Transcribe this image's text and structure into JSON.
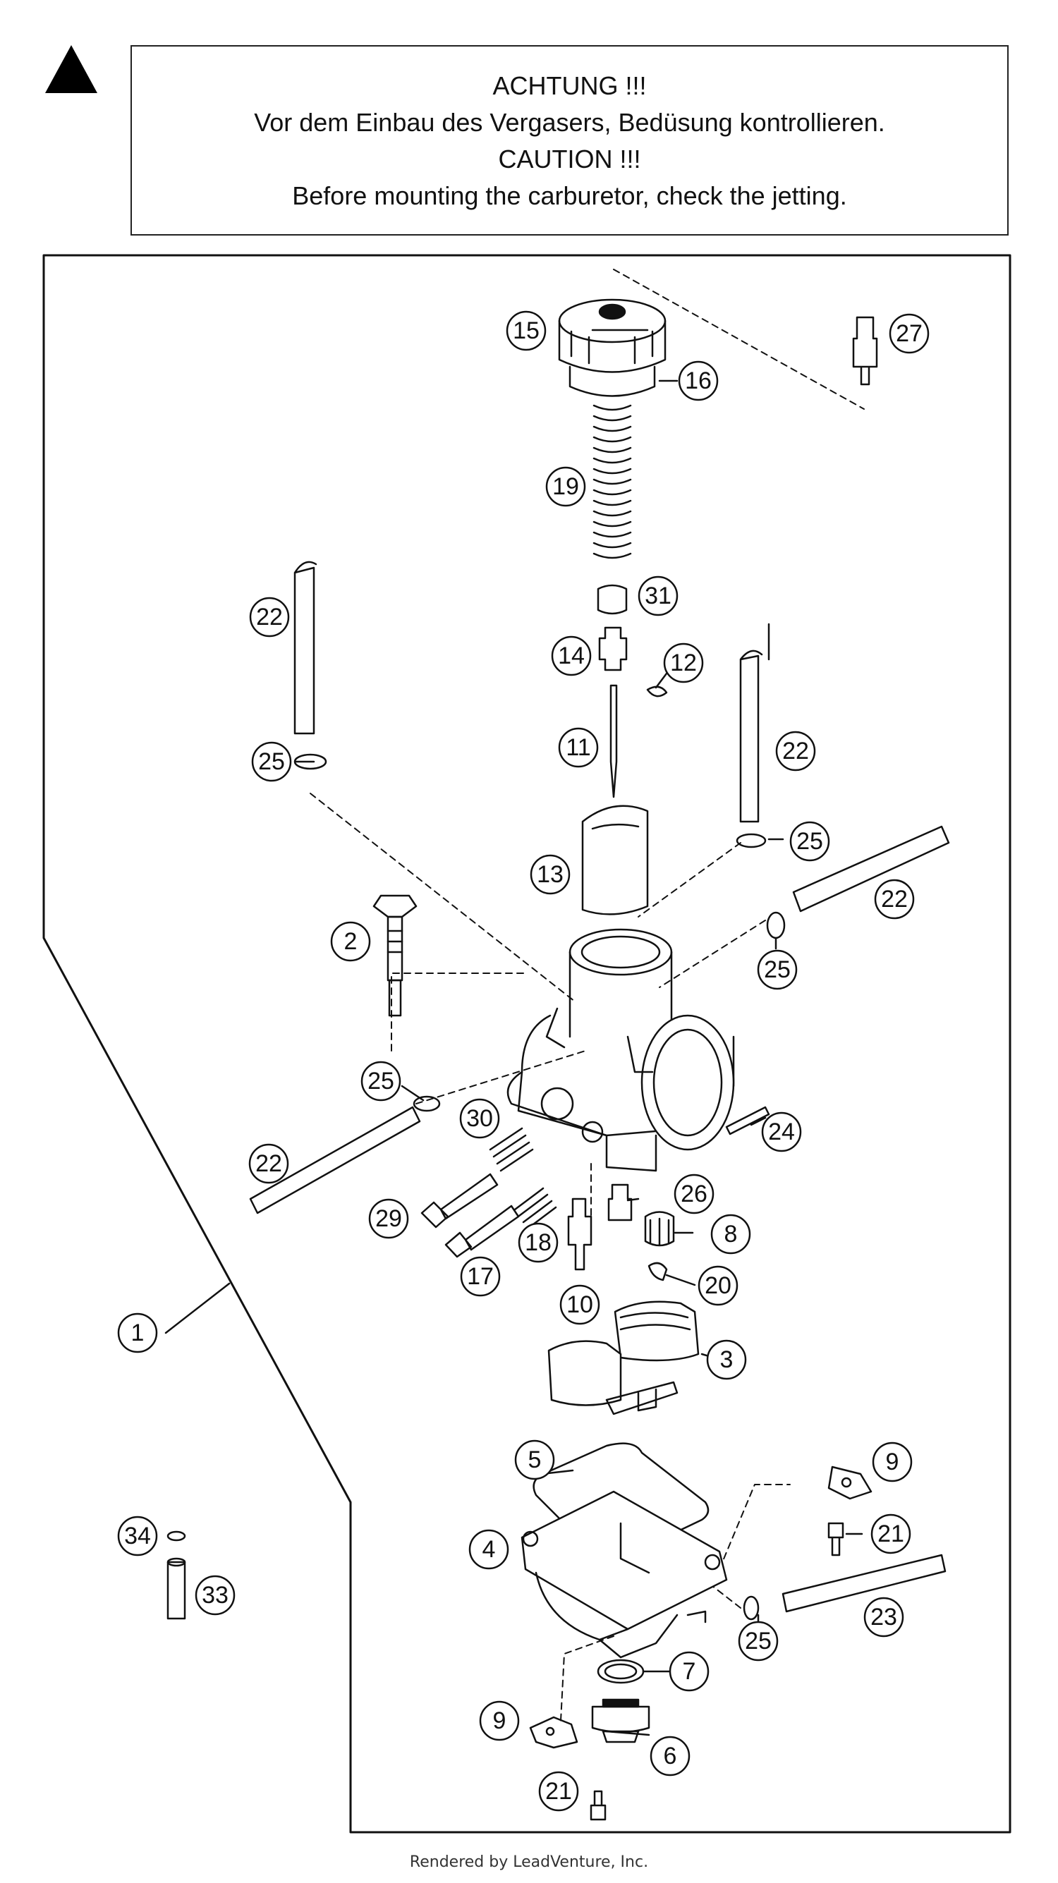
{
  "warning": {
    "lines": [
      "ACHTUNG !!!",
      "Vor dem Einbau des Vergasers, Bedüsung kontrollieren.",
      "CAUTION !!!",
      "Before mounting the carburetor, check the jetting."
    ]
  },
  "callouts": [
    {
      "id": "15",
      "label": "15"
    },
    {
      "id": "16",
      "label": "16"
    },
    {
      "id": "27",
      "label": "27"
    },
    {
      "id": "19",
      "label": "19"
    },
    {
      "id": "31",
      "label": "31"
    },
    {
      "id": "14",
      "label": "14"
    },
    {
      "id": "12",
      "label": "12"
    },
    {
      "id": "22a",
      "label": "22"
    },
    {
      "id": "25a",
      "label": "25"
    },
    {
      "id": "11",
      "label": "11"
    },
    {
      "id": "22b",
      "label": "22"
    },
    {
      "id": "25b",
      "label": "25"
    },
    {
      "id": "13",
      "label": "13"
    },
    {
      "id": "22c",
      "label": "22"
    },
    {
      "id": "2",
      "label": "2"
    },
    {
      "id": "25c",
      "label": "25"
    },
    {
      "id": "25d",
      "label": "25"
    },
    {
      "id": "30",
      "label": "30"
    },
    {
      "id": "24",
      "label": "24"
    },
    {
      "id": "22d",
      "label": "22"
    },
    {
      "id": "29",
      "label": "29"
    },
    {
      "id": "26",
      "label": "26"
    },
    {
      "id": "18",
      "label": "18"
    },
    {
      "id": "8",
      "label": "8"
    },
    {
      "id": "17",
      "label": "17"
    },
    {
      "id": "20",
      "label": "20"
    },
    {
      "id": "10",
      "label": "10"
    },
    {
      "id": "1",
      "label": "1"
    },
    {
      "id": "3",
      "label": "3"
    },
    {
      "id": "5",
      "label": "5"
    },
    {
      "id": "9a",
      "label": "9"
    },
    {
      "id": "34",
      "label": "34"
    },
    {
      "id": "21a",
      "label": "21"
    },
    {
      "id": "4",
      "label": "4"
    },
    {
      "id": "33",
      "label": "33"
    },
    {
      "id": "23",
      "label": "23"
    },
    {
      "id": "25e",
      "label": "25"
    },
    {
      "id": "7",
      "label": "7"
    },
    {
      "id": "9b",
      "label": "9"
    },
    {
      "id": "6",
      "label": "6"
    },
    {
      "id": "21b",
      "label": "21"
    }
  ],
  "footer": "Rendered by LeadVenture, Inc."
}
